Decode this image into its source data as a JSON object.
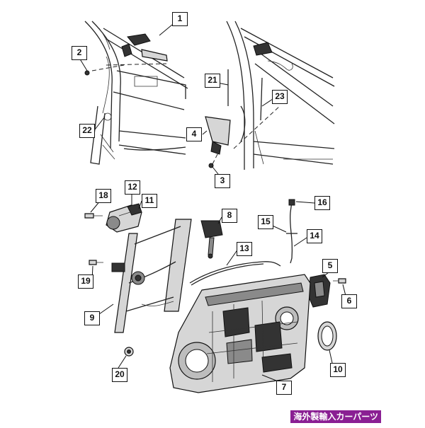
{
  "callouts": [
    {
      "id": "callout-1",
      "label": "1"
    },
    {
      "id": "callout-2",
      "label": "2"
    },
    {
      "id": "callout-3",
      "label": "3"
    },
    {
      "id": "callout-4",
      "label": "4"
    },
    {
      "id": "callout-5",
      "label": "5"
    },
    {
      "id": "callout-6",
      "label": "6"
    },
    {
      "id": "callout-7",
      "label": "7"
    },
    {
      "id": "callout-8",
      "label": "8"
    },
    {
      "id": "callout-9",
      "label": "9"
    },
    {
      "id": "callout-10",
      "label": "10"
    },
    {
      "id": "callout-11",
      "label": "11"
    },
    {
      "id": "callout-12",
      "label": "12"
    },
    {
      "id": "callout-13",
      "label": "13"
    },
    {
      "id": "callout-14",
      "label": "14"
    },
    {
      "id": "callout-15",
      "label": "15"
    },
    {
      "id": "callout-16",
      "label": "16"
    },
    {
      "id": "callout-18",
      "label": "18"
    },
    {
      "id": "callout-19",
      "label": "19"
    },
    {
      "id": "callout-20",
      "label": "20"
    },
    {
      "id": "callout-21",
      "label": "21"
    },
    {
      "id": "callout-22",
      "label": "22"
    },
    {
      "id": "callout-23",
      "label": "23"
    }
  ],
  "watermark": "海外製輸入カーパーツ",
  "colors": {
    "watermark_bg": "#8a1f93",
    "line": "#222222",
    "part_fill": "#d6d6d6"
  }
}
